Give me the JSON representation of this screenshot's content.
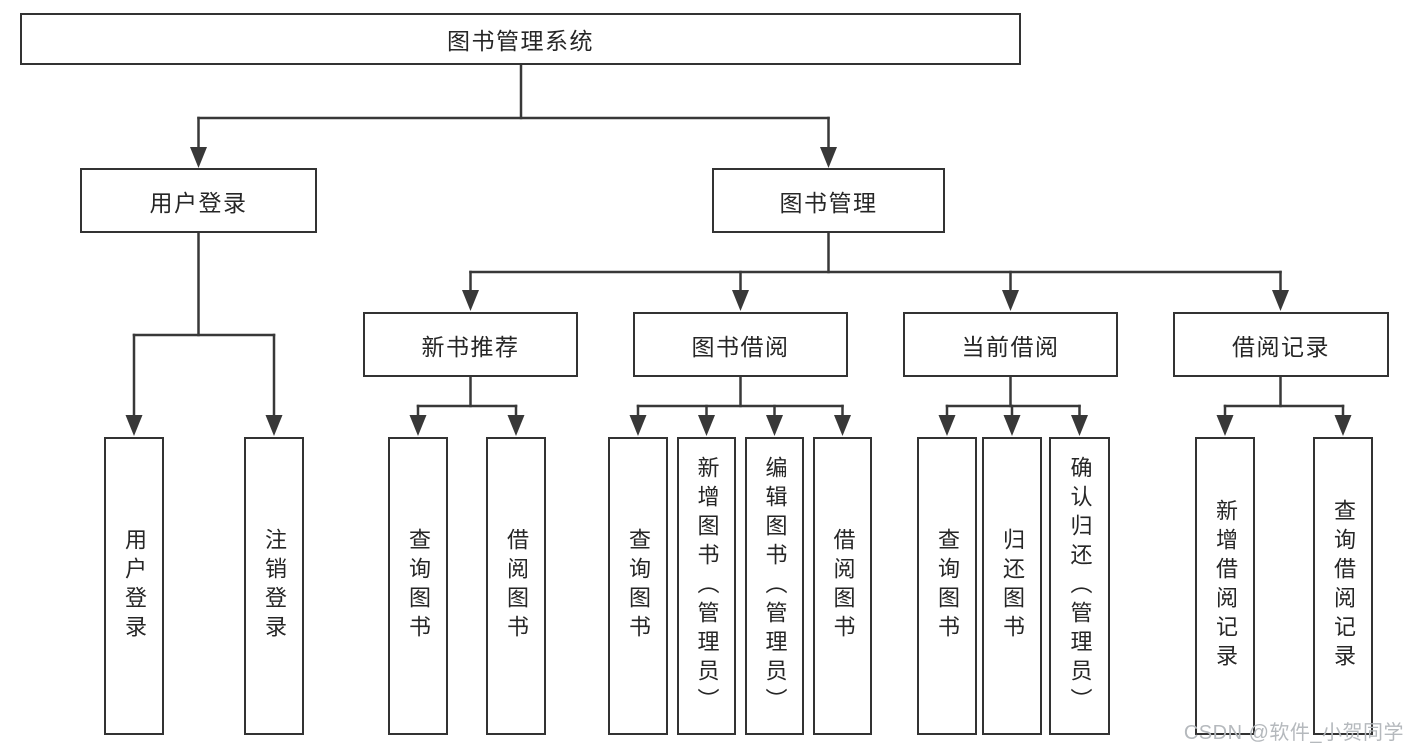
{
  "tree": {
    "label": "图书管理系统",
    "children": [
      {
        "label": "用户登录",
        "children": [
          {
            "label": "用户登录"
          },
          {
            "label": "注销登录"
          }
        ]
      },
      {
        "label": "图书管理",
        "children": [
          {
            "label": "新书推荐",
            "children": [
              {
                "label": "查询图书"
              },
              {
                "label": "借阅图书"
              }
            ]
          },
          {
            "label": "图书借阅",
            "children": [
              {
                "label": "查询图书"
              },
              {
                "label": "新增图书（管理员）"
              },
              {
                "label": "编辑图书（管理员）"
              },
              {
                "label": "借阅图书"
              }
            ]
          },
          {
            "label": "当前借阅",
            "children": [
              {
                "label": "查询图书"
              },
              {
                "label": "归还图书"
              },
              {
                "label": "确认归还（管理员）"
              }
            ]
          },
          {
            "label": "借阅记录",
            "children": [
              {
                "label": "新增借阅记录"
              },
              {
                "label": "查询借阅记录"
              }
            ]
          }
        ]
      }
    ]
  },
  "watermark": {
    "text": "CSDN @软件_小贺同学"
  },
  "colors": {
    "line": "#383838",
    "box_border": "#333333",
    "text": "#262626",
    "watermark": "#b5b9bd",
    "background": "#ffffff"
  }
}
